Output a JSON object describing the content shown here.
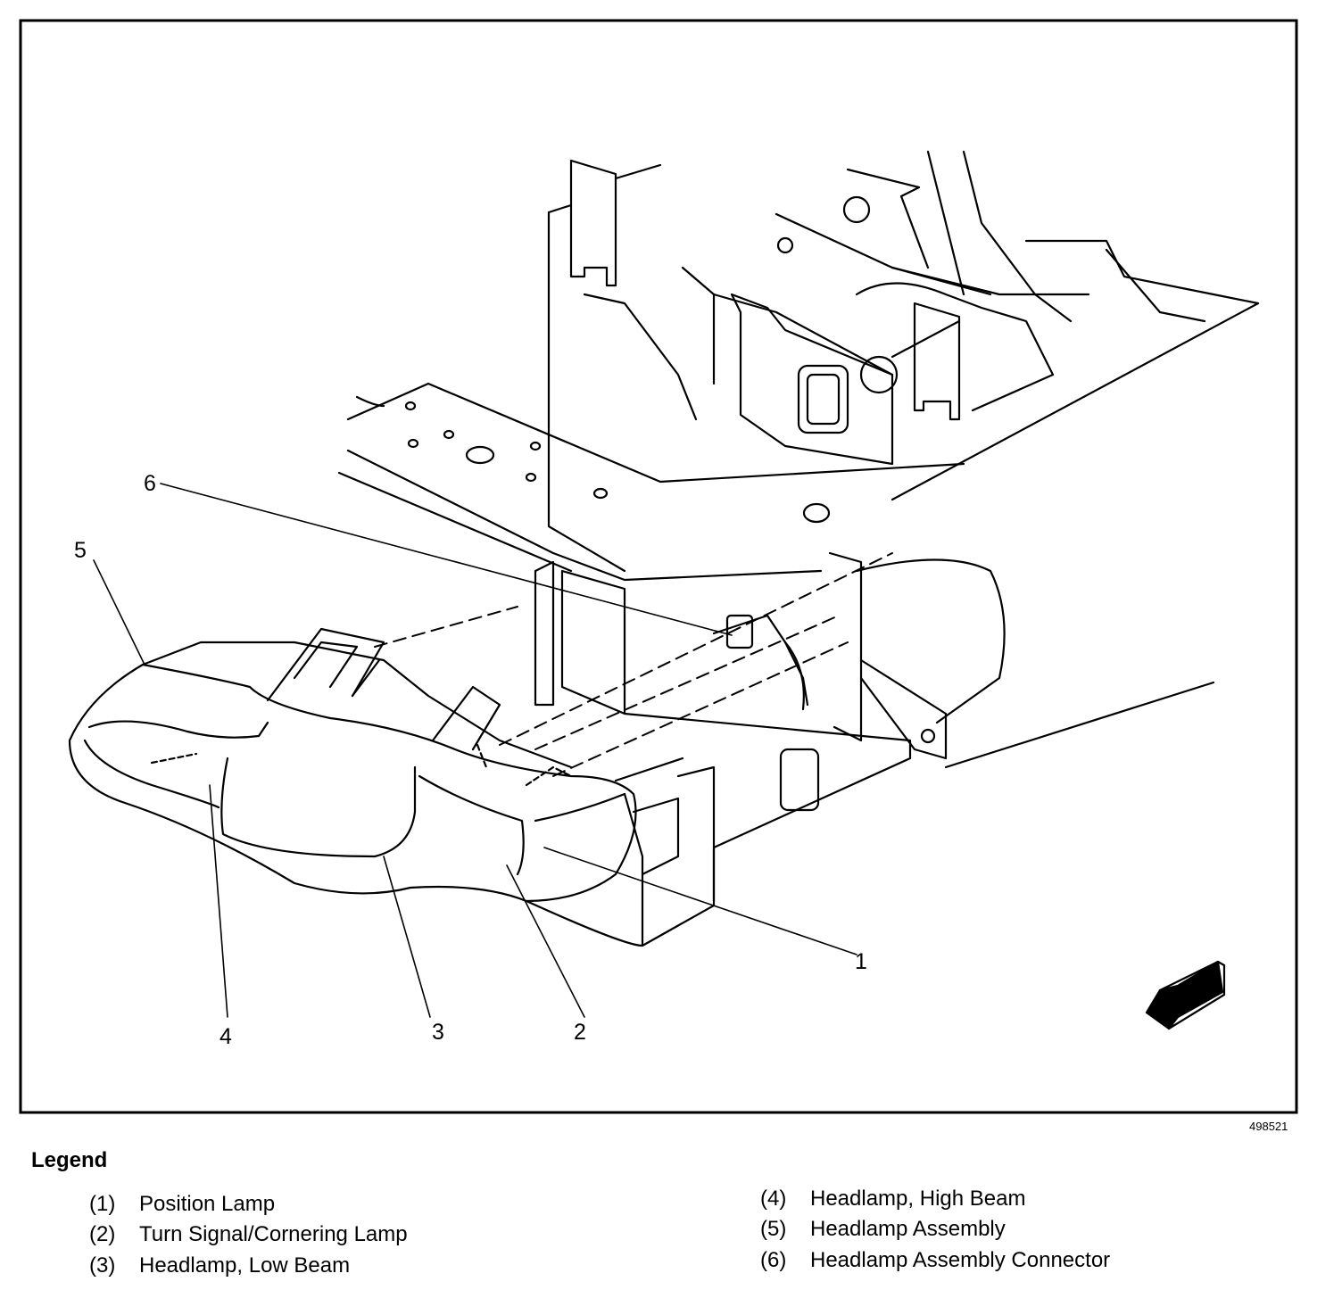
{
  "figure_id": "498521",
  "callouts": [
    "1",
    "2",
    "3",
    "4",
    "5",
    "6"
  ],
  "legend": {
    "title": "Legend",
    "items": [
      {
        "num": "(1)",
        "label": "Position Lamp"
      },
      {
        "num": "(2)",
        "label": "Turn Signal/Cornering Lamp"
      },
      {
        "num": "(3)",
        "label": "Headlamp, Low Beam"
      },
      {
        "num": "(4)",
        "label": "Headlamp, High Beam"
      },
      {
        "num": "(5)",
        "label": "Headlamp Assembly"
      },
      {
        "num": "(6)",
        "label": "Headlamp Assembly Connector"
      }
    ]
  }
}
